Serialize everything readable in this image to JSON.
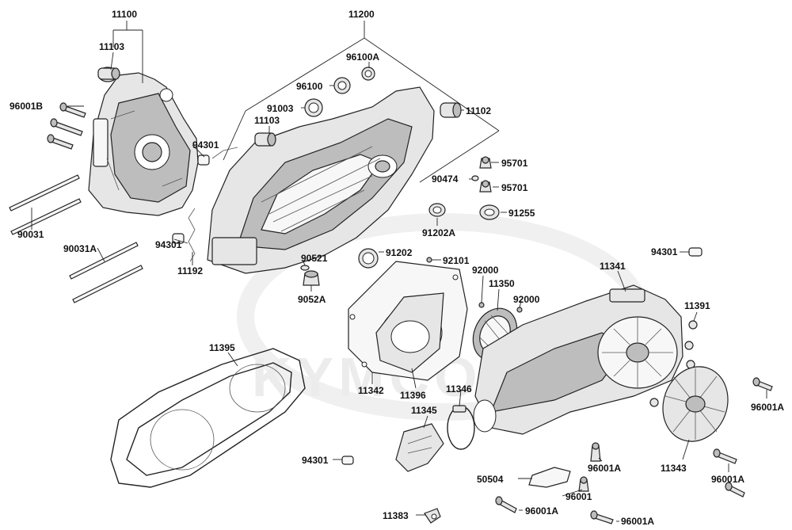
{
  "watermark": {
    "text": "KYMCO"
  },
  "labels": {
    "l11100": "11100",
    "l11103a": "11103",
    "l96001B": "96001B",
    "l90031": "90031",
    "l90031A": "90031A",
    "l94301a": "94301",
    "l94301b": "94301",
    "l11192": "11192",
    "l11200": "11200",
    "l96100A": "96100A",
    "l96100": "96100",
    "l91003": "91003",
    "l11103b": "11103",
    "l11102": "11102",
    "l95701a": "95701",
    "l90474": "90474",
    "l95701b": "95701",
    "l91255": "91255",
    "l91202A": "91202A",
    "l91202": "91202",
    "l90521": "90521",
    "l9052A": "9052A",
    "l92101": "92101",
    "l92000a": "92000",
    "l11350": "11350",
    "l92000b": "92000",
    "l11341": "11341",
    "l94301c": "94301",
    "l11391": "11391",
    "l11395": "11395",
    "l11342": "11342",
    "l11396": "11396",
    "l11346": "11346",
    "l11345": "11345",
    "l96001Aa": "96001A",
    "l94301d": "94301",
    "l96001Ab": "96001A",
    "l11343": "11343",
    "l50504": "50504",
    "l96001Ac": "96001A",
    "l96001": "96001",
    "l11383": "11383",
    "l96001Ad": "96001A",
    "l96001Ae": "96001A"
  }
}
